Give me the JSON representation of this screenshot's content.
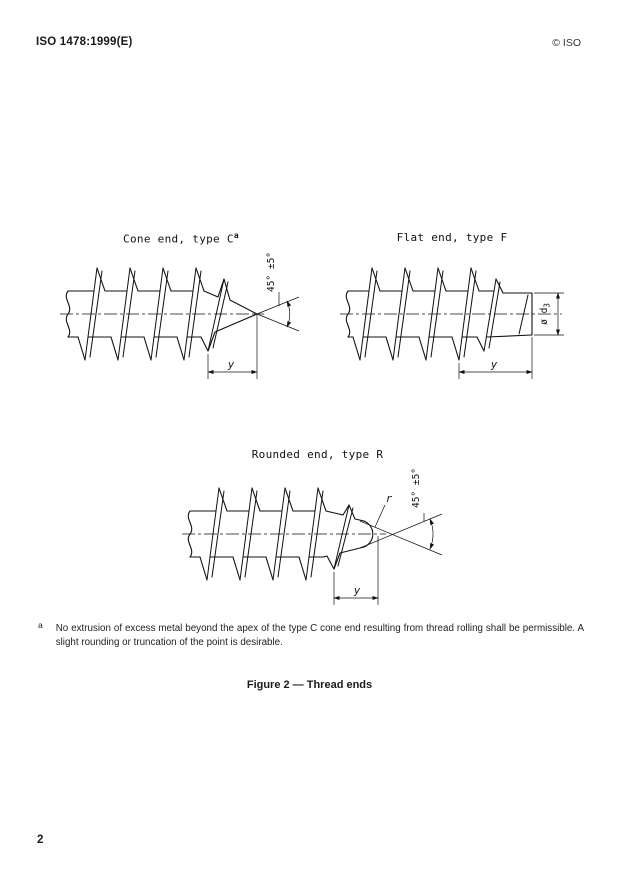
{
  "page": {
    "header_left": "ISO 1478:1999(E)",
    "header_right": "© ISO",
    "page_number": "2",
    "caption": "Figure 2 — Thread ends",
    "footnote_marker": "a",
    "footnote_text": "No extrusion of excess metal beyond the apex of the type C cone end resulting from thread rolling shall be permissible. A slight rounding or truncation of the point is desirable."
  },
  "figures": {
    "cone": {
      "title": "Cone end, type C",
      "title_sup": "a",
      "angle_label": "45° ±5°",
      "dim_y": "y"
    },
    "flat": {
      "title": "Flat end, type F",
      "dia_label": "ø d",
      "dia_sub": "3",
      "dim_y": "y"
    },
    "rounded": {
      "title": "Rounded end, type R",
      "angle_label": "45° ±5°",
      "radius_label": "r",
      "dim_y": "y"
    }
  }
}
